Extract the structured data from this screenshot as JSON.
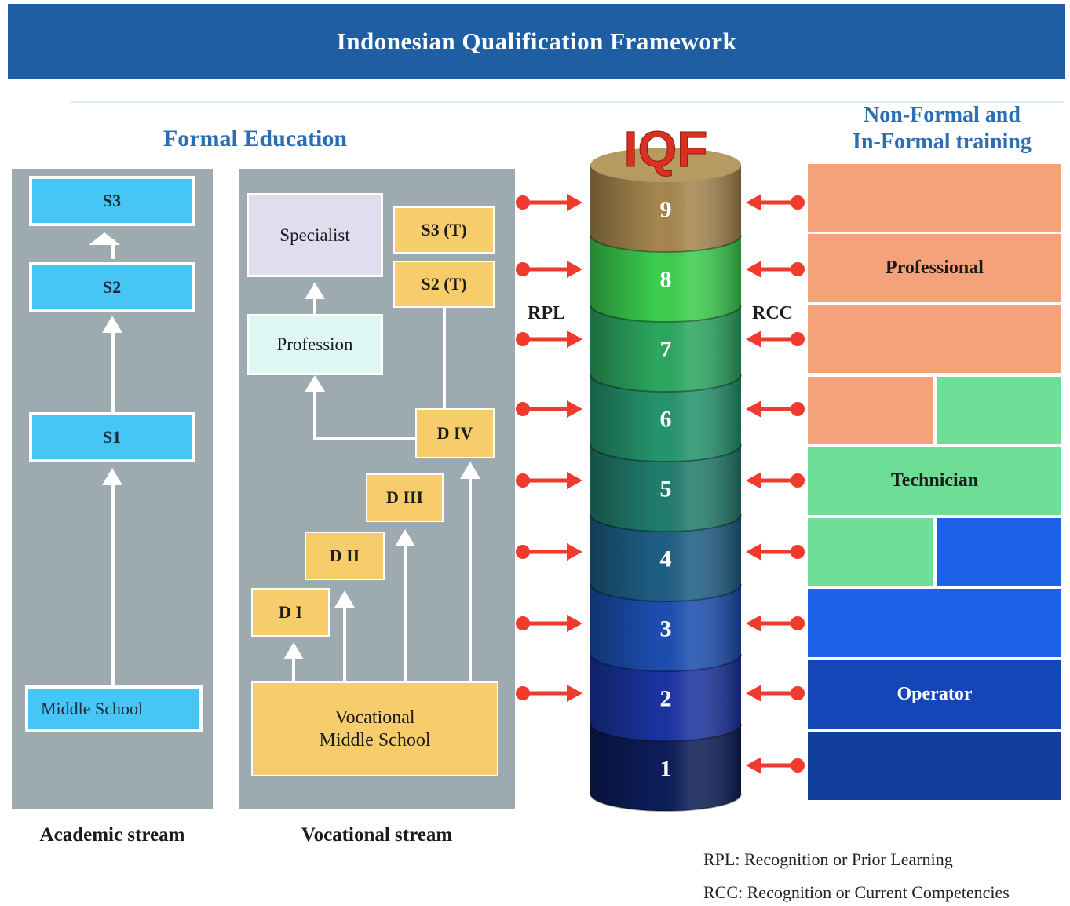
{
  "title": "Indonesian Qualification Framework",
  "formal_heading": "Formal Education",
  "nonformal_heading": [
    "Non-Formal and",
    "In-Formal training"
  ],
  "academic": {
    "label": "Academic stream",
    "s3": "S3",
    "s2": "S2",
    "s1": "S1",
    "middle": "Middle School"
  },
  "vocational": {
    "label": "Vocational stream",
    "specialist": "Specialist",
    "profession": "Profession",
    "s3t": "S3 (T)",
    "s2t": "S2 (T)",
    "div": "D IV",
    "diii": "D III",
    "dii": "D II",
    "di": "D I",
    "vms_line1": "Vocational",
    "vms_line2": "Middle School"
  },
  "iqf": {
    "logo": "IQF",
    "levels": [
      "9",
      "8",
      "7",
      "6",
      "5",
      "4",
      "3",
      "2",
      "1"
    ],
    "colors": [
      "#a7874e",
      "#3ccf4f",
      "#2ca860",
      "#25946f",
      "#217d6e",
      "#1e5f85",
      "#1c4eb0",
      "#1a33a0",
      "#0c1d58"
    ]
  },
  "rpl_label": "RPL",
  "rcc_label": "RCC",
  "nonformal": {
    "professional": "Professional",
    "technician": "Technician",
    "operator": "Operator",
    "colors": {
      "orange": "#f4a27a",
      "green": "#6edd95",
      "blue": "#1d62e6",
      "dark_blue": "#1546b8",
      "darker_blue": "#123e9e"
    }
  },
  "legend": {
    "rpl": "RPL: Recognition or Prior Learning",
    "rcc": "RCC: Recognition or Current Competencies"
  }
}
